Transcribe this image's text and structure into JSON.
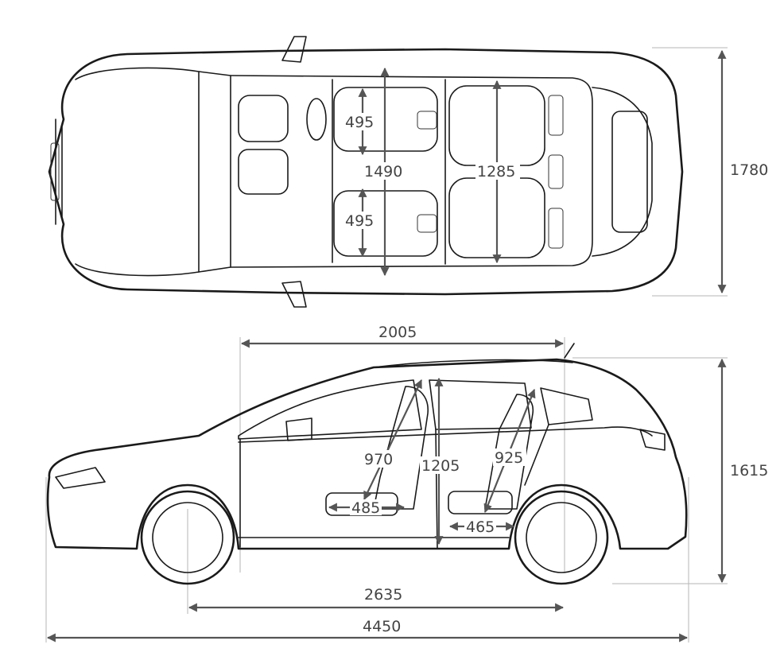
{
  "top_view": {
    "overall_width": "1780",
    "front_seat_width": "495",
    "rear_seat_width": "495",
    "shoulder_room_front": "1490",
    "shoulder_room_rear": "1285"
  },
  "side_view": {
    "cabin_length": "2005",
    "overall_height": "1615",
    "headroom_front": "970",
    "interior_height": "1205",
    "headroom_rear": "925",
    "front_seat_depth": "485",
    "rear_seat_depth": "465",
    "wheelbase": "2635",
    "overall_length": "4450"
  }
}
